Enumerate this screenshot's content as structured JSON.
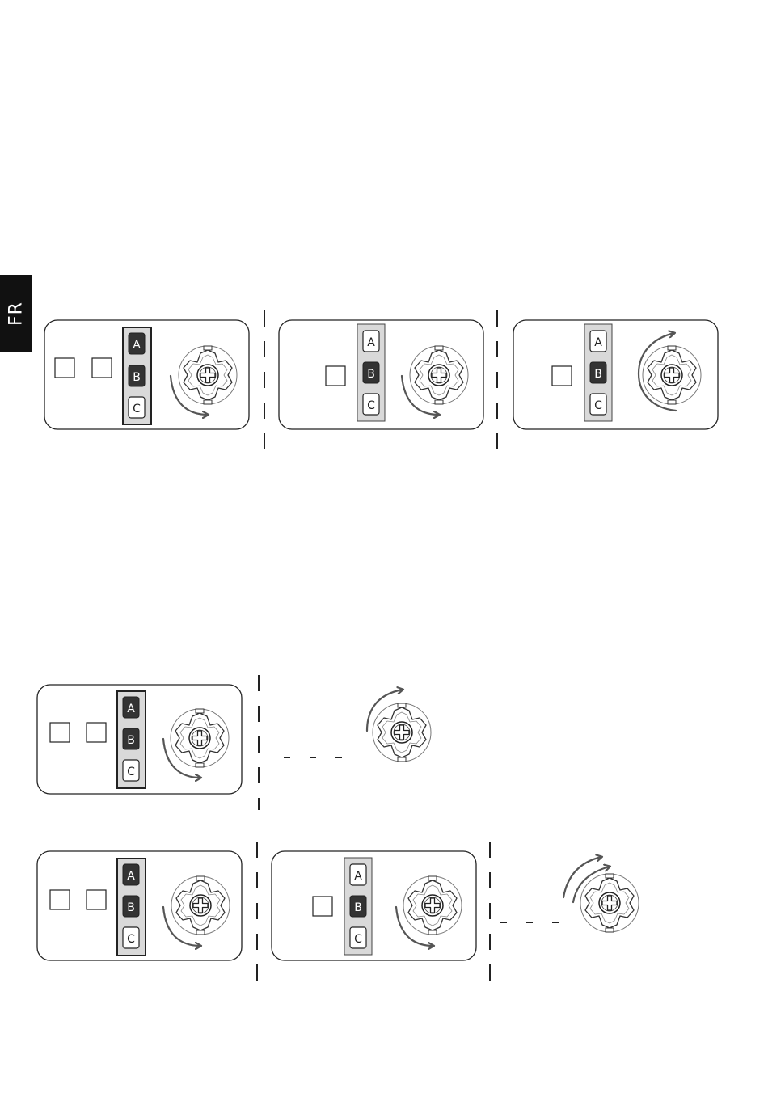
{
  "language_tab": "FR",
  "keys": {
    "a": "A",
    "b": "B",
    "c": "C"
  },
  "colors": {
    "ink": "#222222",
    "panel_fill": "#d9d9d9",
    "key_active": "#333333",
    "arrow": "#555555"
  },
  "icons": {
    "rotary_knob": "rotary-knob-icon",
    "rotation_arrow": "rotation-arrow-icon",
    "indicator_square": "indicator-square-icon"
  }
}
